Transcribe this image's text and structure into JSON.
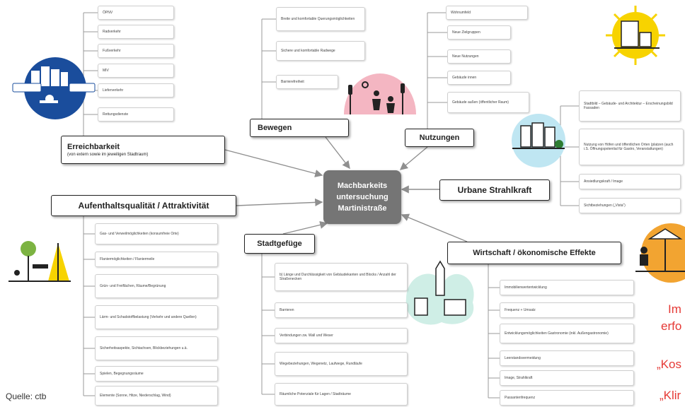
{
  "center": {
    "lines": [
      "Machbarkeits",
      "untersuchung",
      "Martinistraße"
    ]
  },
  "categories": {
    "erreichbarkeit": {
      "title": "Erreichbarkeit",
      "subtitle": "(von extern sowie im jeweiligen Stadtraum)"
    },
    "bewegen": {
      "title": "Bewegen"
    },
    "nutzungen": {
      "title": "Nutzungen"
    },
    "urbane": {
      "title": "Urbane Strahlkraft"
    },
    "aufenthalt": {
      "title": "Aufenthaltsqualität / Attraktivität"
    },
    "stadtgefuege": {
      "title": "Stadtgefüge"
    },
    "wirtschaft": {
      "title": "Wirtschaft / ökonomische Effekte"
    }
  },
  "lists": {
    "erreichbarkeit": [
      "ÖPNV",
      "Radverkehr",
      "Fußverkehr",
      "MIV",
      "Lieferverkehr",
      "Rettungsdienste"
    ],
    "bewegen": [
      "Breite und komfortable Querungsmöglichkeiten",
      "Sichere und komfortable Radwege",
      "Barrierefreiheit"
    ],
    "nutzungen": [
      "Wohnumfeld",
      "Neue Zielgruppen",
      "Neue Nutzungen",
      "Gebäude innen",
      "Gebäude außen (öffentlicher Raum)"
    ],
    "urbane": [
      "Stadtbild – Gebäude- und Architektur – Erscheinungsbild Fassaden",
      "Nutzung von Höfen und öffentlichen Orten (platzen (auch i.S. Öffnungspotential für Gastro, Veranstaltungen)",
      "Ansiedlungskraft / Image",
      "Sichtbeziehungen („Vista“)"
    ],
    "aufenthalt": [
      "Gas- und Verweilmöglichkeiten (konsumfreie Orte)",
      "Flaniermöglichkeiten / Flaniermeile",
      "Grün- und Freiflächen, Räume/Begrünung",
      "Lärm- und Schadstoffbelastung (Verkehr und andere Quellen)",
      "Sicherheitsaspekte, Sichtachsen, Blickbeziehungen u.ä.",
      "Spielen, Begegnungsräume",
      "Elemente (Sonne, Hitze, Niederschlag, Wind)"
    ],
    "stadtgefuege": [
      "b) Länge und Durchlässigkeit von Gebäudekanten und Blocks / Anzahl der Straßenecken",
      "Barrieren",
      "Verbindungen zw. Wall und Weser",
      "Wegebeziehungen, Wegenetz, Laufwege, Rundläufe",
      "Räumliche Potenziale für Lagen / Stadträume"
    ],
    "wirtschaft": [
      "Immobilienwertentwicklung",
      "Frequenz + Umsatz",
      "Entwicklungsmöglichkeiten Gastronomie (inkl. Außengastronomie)",
      "Leerstandsvermeidung",
      "Image, Strahlkraft",
      "Passantenfrequenz"
    ]
  },
  "red_text": [
    "Im",
    "erfo",
    "„Kos",
    "„Klir"
  ],
  "source": "Quelle: ctb",
  "colors": {
    "center_fill": "#757575",
    "arrow": "#9a9a9a",
    "erreichbarkeit_icon": "#1a4d9c",
    "bewegen_icon": "#f4b6c2",
    "nutzungen_icon": "#bfe6f2",
    "stadtgefuege_icon": "#cfeee6",
    "sun_icon": "#f7d300",
    "red_text": "#e53935"
  },
  "icons": [
    "buildings-bus-icon",
    "people-traffic-icon",
    "building-trees-icon",
    "buildings-sun-icon",
    "bench-lamp-icon",
    "church-houses-icon",
    "cafe-umbrella-icon"
  ]
}
